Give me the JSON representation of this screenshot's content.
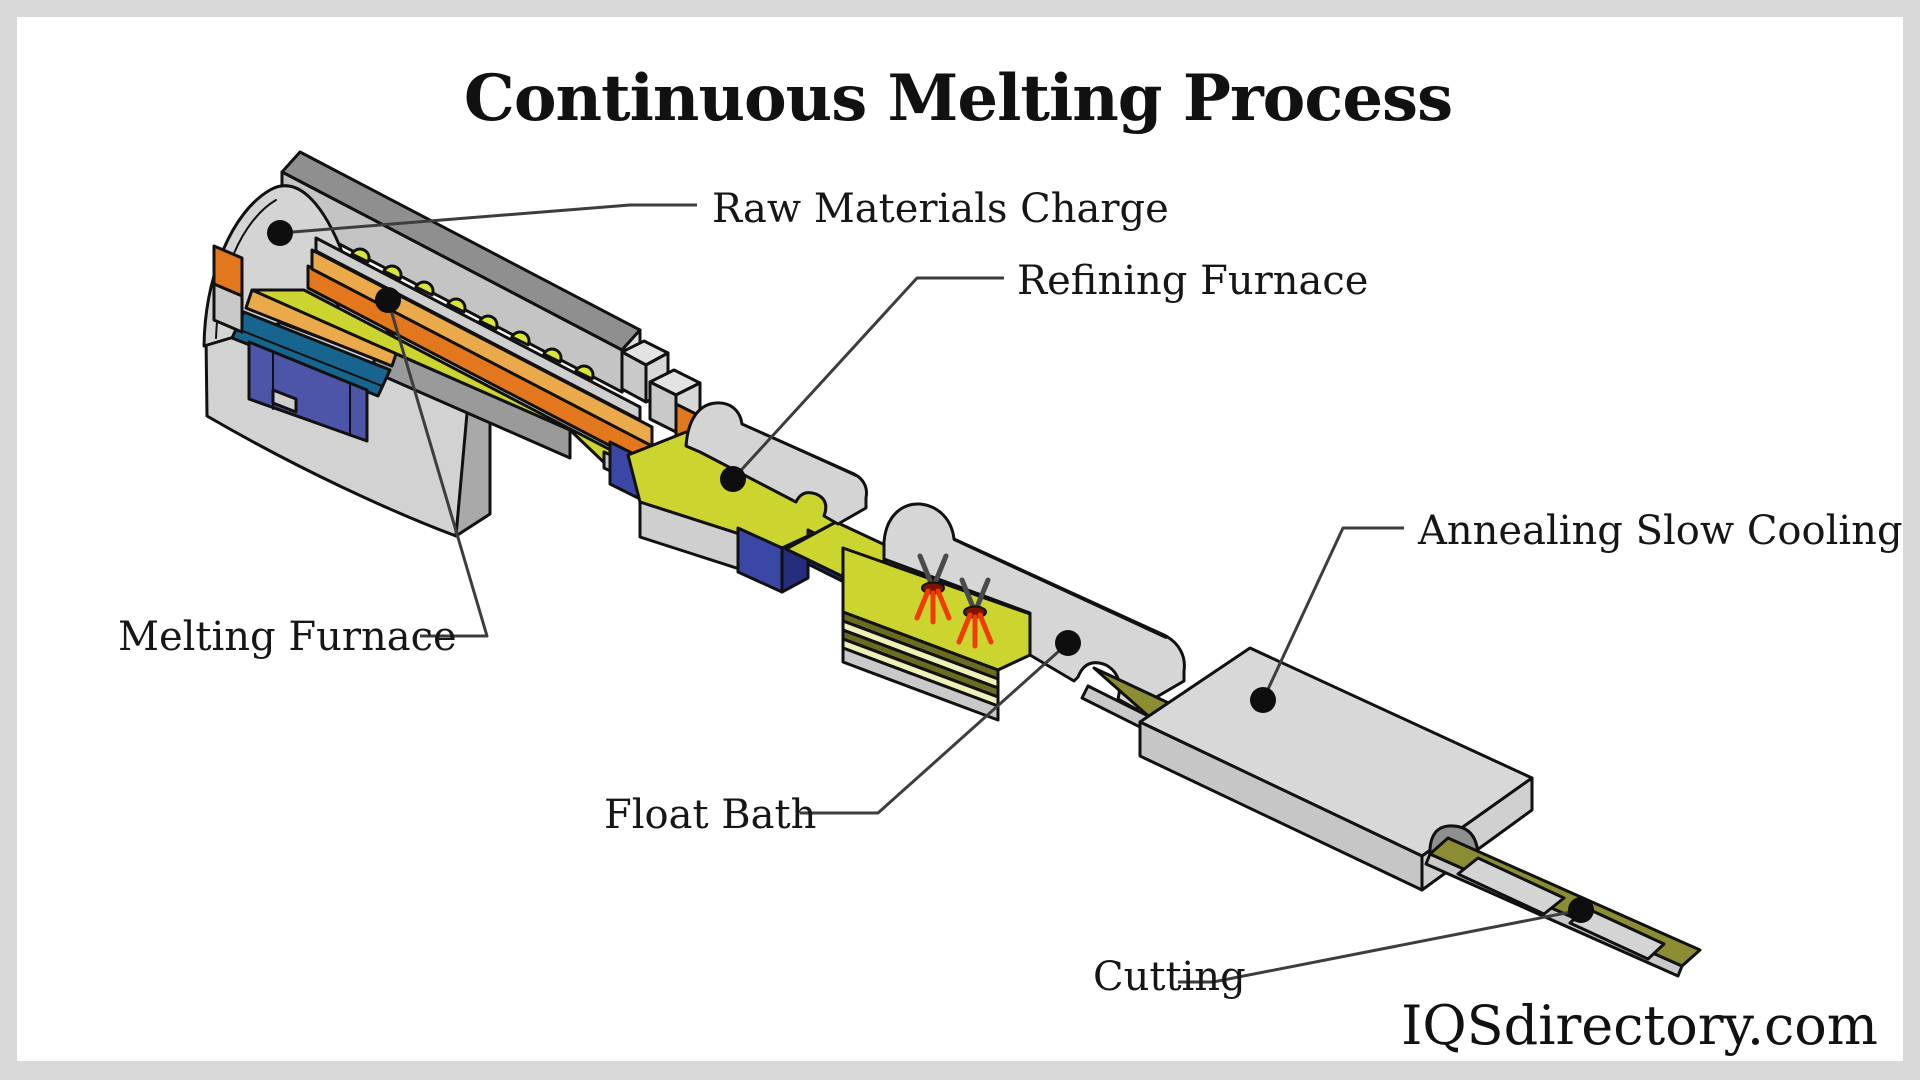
{
  "title": "Continuous Melting Process",
  "watermark": "IQSdirectory.com",
  "labels": {
    "raw_materials_charge": "Raw Materials Charge",
    "refining_furnace": "Refining Furnace",
    "melting_furnace": "Melting Furnace",
    "float_bath": "Float Bath",
    "annealing_slow_cooling": "Annealing Slow Cooling",
    "cutting": "Cutting"
  },
  "palette": {
    "molten_glass_yellow": "#ccd42f",
    "flame_orange": "#e2771e",
    "batch_amber": "#eaa94a",
    "refractory_teal": "#17658e",
    "refractory_blue": "#4c55a8",
    "dark_navy": "#242e7c",
    "structure_gray_light": "#d6d6d6",
    "structure_gray_mid": "#a9a9a9",
    "cooled_glass_olive": "#8c8d33",
    "flame_red": "#f23b00",
    "outline_black": "#111111",
    "frame_gray": "#d9d9d9",
    "background_white": "#ffffff"
  }
}
